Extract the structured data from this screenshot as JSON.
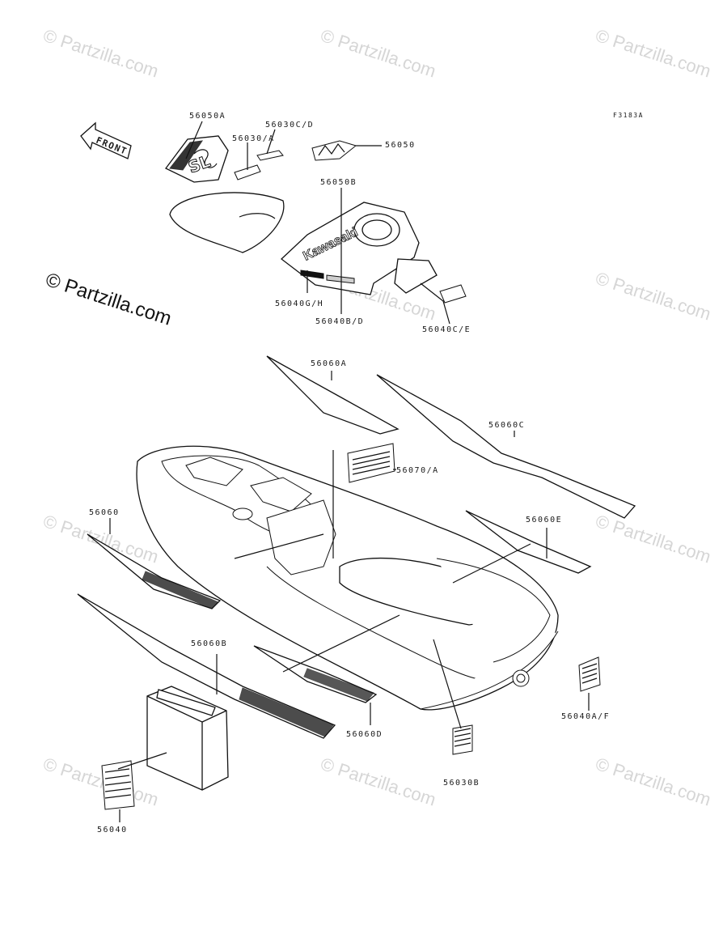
{
  "diagram": {
    "figure_code": "F3183A",
    "front_label": "FRONT",
    "brand_text": "Kawasaki",
    "seat_badge": "SL",
    "watermarks": {
      "main": "© Partzilla.com",
      "tile": "© Partzilla.com"
    },
    "callouts": {
      "c56050A": "56050A",
      "c56030CD": "56030C/D",
      "c56030A": "56030/A",
      "c56050": "56050",
      "c56050B": "56050B",
      "c56040GH": "56040G/H",
      "c56040BD": "56040B/D",
      "c56040CE": "56040C/E",
      "c56060A": "56060A",
      "c56060C": "56060C",
      "c56070A": "56070/A",
      "c56060": "56060",
      "c56060E": "56060E",
      "c56060B": "56060B",
      "c56060D": "56060D",
      "c56040AF": "56040A/F",
      "c56030B": "56030B",
      "c56040": "56040"
    }
  }
}
